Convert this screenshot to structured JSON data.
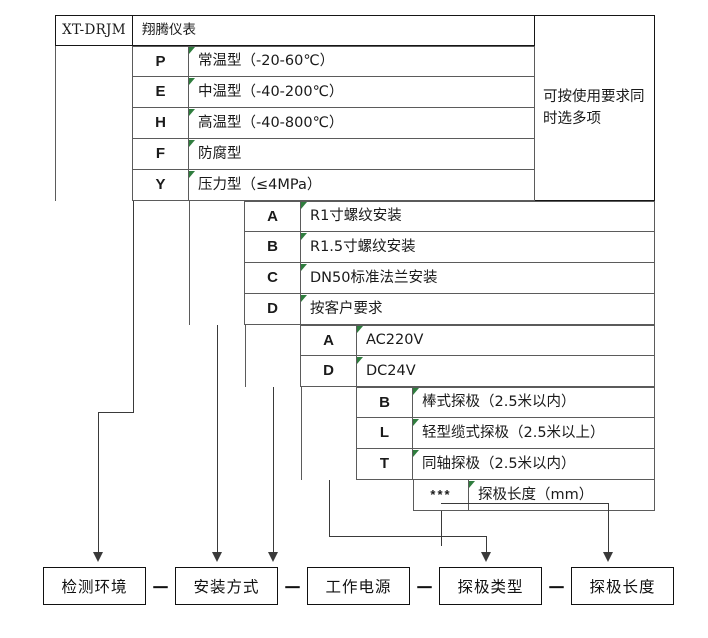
{
  "diagram": {
    "model_prefix": "XT-DRJM",
    "brand": "翔腾仪表",
    "side_note": "可按使用要求同时选多项",
    "star_code": "***",
    "separator": "－"
  },
  "groups": {
    "environment": {
      "rows": [
        {
          "code": "P",
          "desc": "常温型（-20-60℃）"
        },
        {
          "code": "E",
          "desc": "中温型（-40-200℃）"
        },
        {
          "code": "H",
          "desc": "高温型（-40-800℃）"
        },
        {
          "code": "F",
          "desc": "防腐型"
        },
        {
          "code": "Y",
          "desc": "压力型（≤4MPa）"
        }
      ]
    },
    "mounting": {
      "rows": [
        {
          "code": "A",
          "desc": "R1寸螺纹安装"
        },
        {
          "code": "B",
          "desc": "R1.5寸螺纹安装"
        },
        {
          "code": "C",
          "desc": "DN50标准法兰安装"
        },
        {
          "code": "D",
          "desc": "按客户要求"
        }
      ]
    },
    "power": {
      "rows": [
        {
          "code": "A",
          "desc": "AC220V"
        },
        {
          "code": "D",
          "desc": "DC24V"
        }
      ]
    },
    "probe_type": {
      "rows": [
        {
          "code": "B",
          "desc": "棒式探极（2.5米以内）"
        },
        {
          "code": "L",
          "desc": "轻型缆式探极（2.5米以上）"
        },
        {
          "code": "T",
          "desc": "同轴探极（2.5米以内）"
        }
      ]
    },
    "probe_length": {
      "rows": [
        {
          "code": "***",
          "desc": "探极长度（mm）"
        }
      ]
    }
  },
  "legend": {
    "boxes": [
      {
        "label": "检测环境"
      },
      {
        "label": "安装方式"
      },
      {
        "label": "工作电源"
      },
      {
        "label": "探极类型"
      },
      {
        "label": "探极长度"
      }
    ]
  },
  "colors": {
    "line": "#5b5b5b",
    "dark_line": "#161616",
    "connector": "#3a3a3a",
    "accent_green": "#2f7d3e",
    "background": "#ffffff"
  }
}
